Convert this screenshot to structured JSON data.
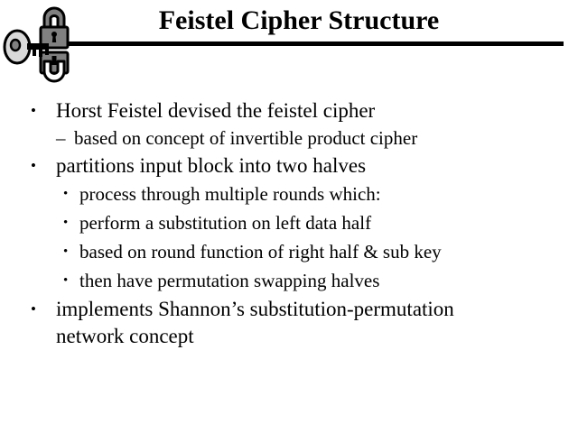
{
  "slide": {
    "title": "Feistel Cipher Structure",
    "background_color": "#ffffff",
    "text_color": "#000000",
    "rule_color": "#000000"
  },
  "decoration": {
    "name": "padlock-and-key-clipart",
    "lock_fill": "#808080",
    "lock_outline": "#000000",
    "key_fill": "#d9d9d9",
    "key_outline": "#000000"
  },
  "markers": {
    "disc": "•",
    "dash": "–"
  },
  "body": {
    "bullets": [
      {
        "level": 1,
        "marker": "•",
        "text": "Horst Feistel devised the feistel cipher"
      },
      {
        "level": 2,
        "marker": "–",
        "text": "based on concept of invertible product cipher"
      },
      {
        "level": 1,
        "marker": "•",
        "text": "partitions input block into two halves"
      },
      {
        "level": 3,
        "marker": "•",
        "text": "process through multiple rounds which:"
      },
      {
        "level": 3,
        "marker": "•",
        "text": "perform a substitution on left data half"
      },
      {
        "level": 3,
        "marker": "•",
        "text": "based on round function of right half & sub key"
      },
      {
        "level": 3,
        "marker": "•",
        "text": "then have permutation swapping halves"
      },
      {
        "level": 1,
        "marker": "•",
        "text": "implements Shannon’s substitution-permutation network concept"
      }
    ]
  }
}
